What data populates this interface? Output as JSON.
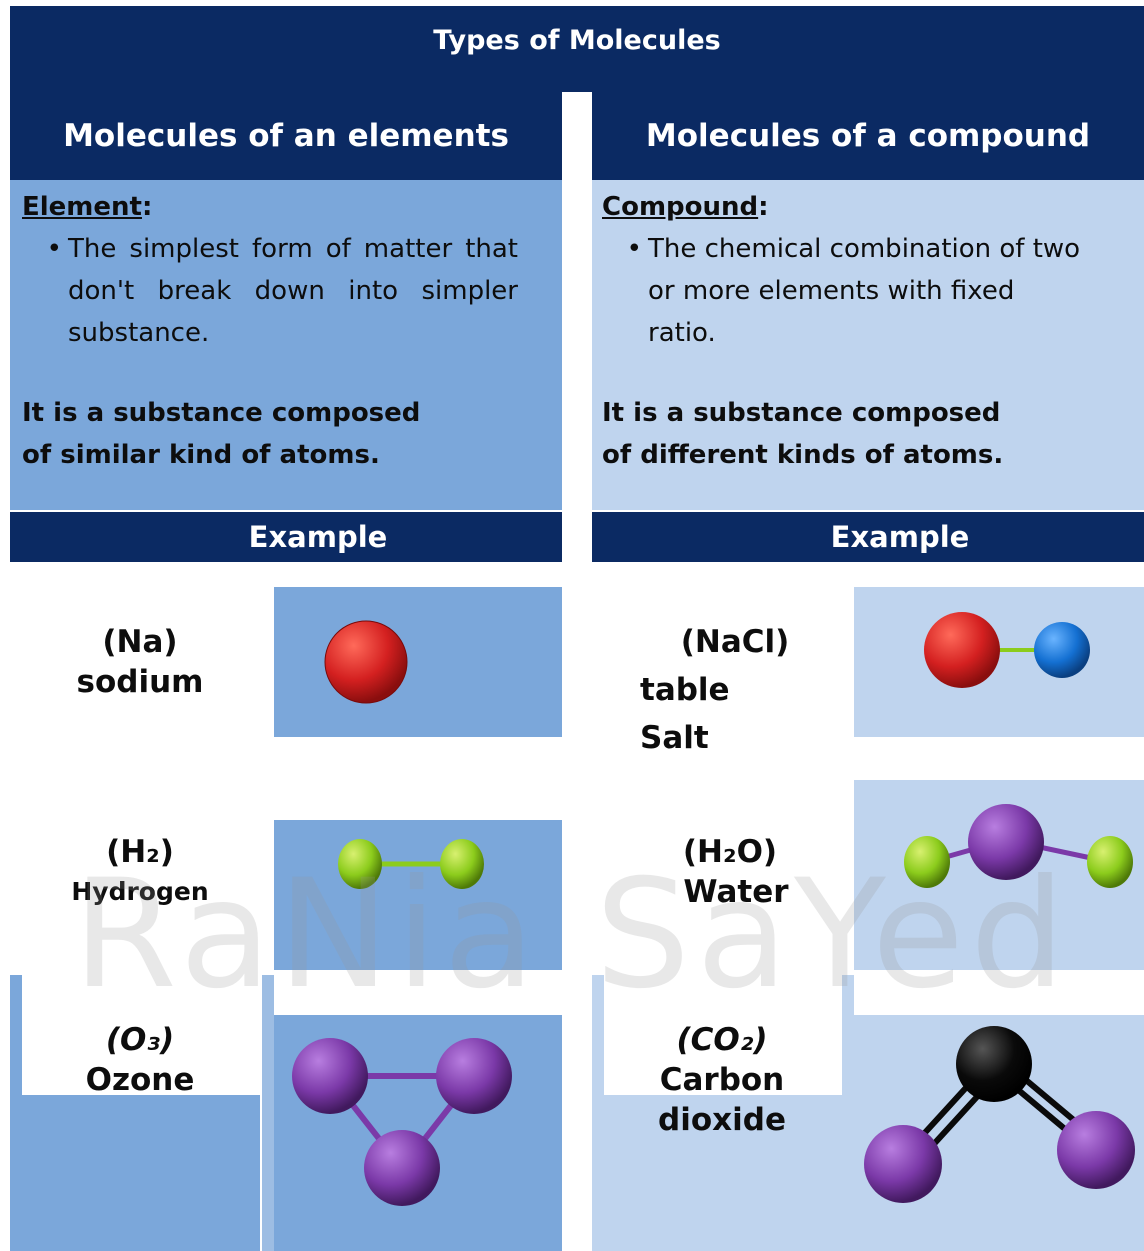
{
  "title": "Types of Molecules",
  "left": {
    "heading": "Molecules of an elements",
    "term": "Element",
    "term_colon": ":",
    "definition": "The simplest form of matter that don't break down into simpler substance.",
    "summary": "It is a substance composed of similar kind of atoms.",
    "example_label": "Example",
    "examples": [
      {
        "formula": "(Na)",
        "name": "sodium"
      },
      {
        "formula": "(H₂)",
        "name": "Hydrogen"
      },
      {
        "formula": "(O₃)",
        "name": "Ozone"
      }
    ]
  },
  "right": {
    "heading": "Molecules of a compound",
    "term": "Compound",
    "term_colon": ":",
    "definition": "The chemical combination of two or more elements with fixed ratio.",
    "summary": "It is a substance composed of different kinds of atoms.",
    "example_label": "Example",
    "examples": [
      {
        "formula": "(NaCl)",
        "name_line1": "table",
        "name_line2": "Salt"
      },
      {
        "formula": "(H₂O)",
        "name": "Water"
      },
      {
        "formula": "(CO₂)",
        "name_line1": "Carbon",
        "name_line2": "dioxide"
      }
    ]
  },
  "bullet_glyph": "•",
  "watermark": "RaNia SaYed",
  "colors": {
    "navy": "#0b2a63",
    "left_panel": "#7ba7da",
    "right_panel": "#bfd4ee",
    "sodium": "#d42020",
    "chlorine": "#1470d2",
    "hydrogen": "#8ccc1c",
    "oxygen": "#7b39a8",
    "carbon": "#0a0a0a"
  }
}
